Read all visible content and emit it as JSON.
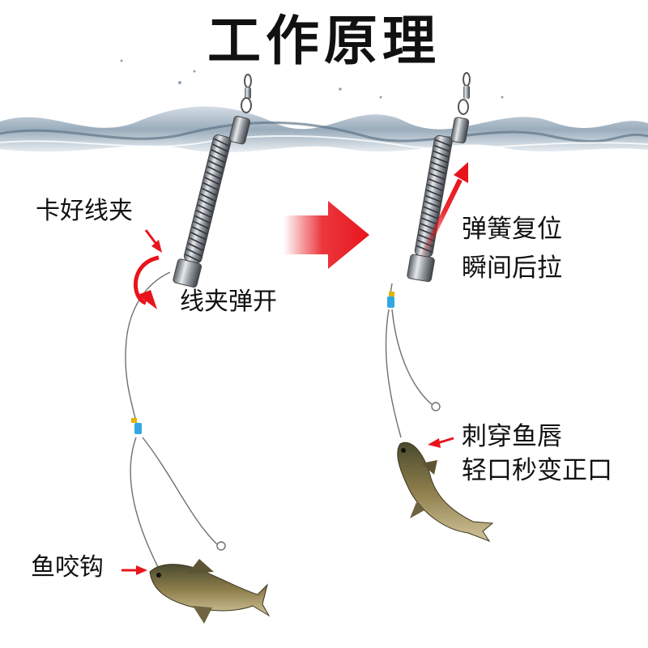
{
  "title": "工作原理",
  "labels": {
    "clip_set": "卡好线夹",
    "clip_open": "线夹弹开",
    "spring_reset_1": "弹簧复位",
    "spring_reset_2": "瞬间后拉",
    "pierce_1": "刺穿鱼唇",
    "pierce_2": "轻口秒变正口",
    "fish_bite": "鱼咬钩"
  },
  "colors": {
    "arrow_red": "#e8141c",
    "text": "#111111",
    "water": "#9fb3c4"
  },
  "icons": {
    "direction_arrow": "big-right-arrow-icon",
    "rotate_arrow": "curved-arrow-icon"
  }
}
